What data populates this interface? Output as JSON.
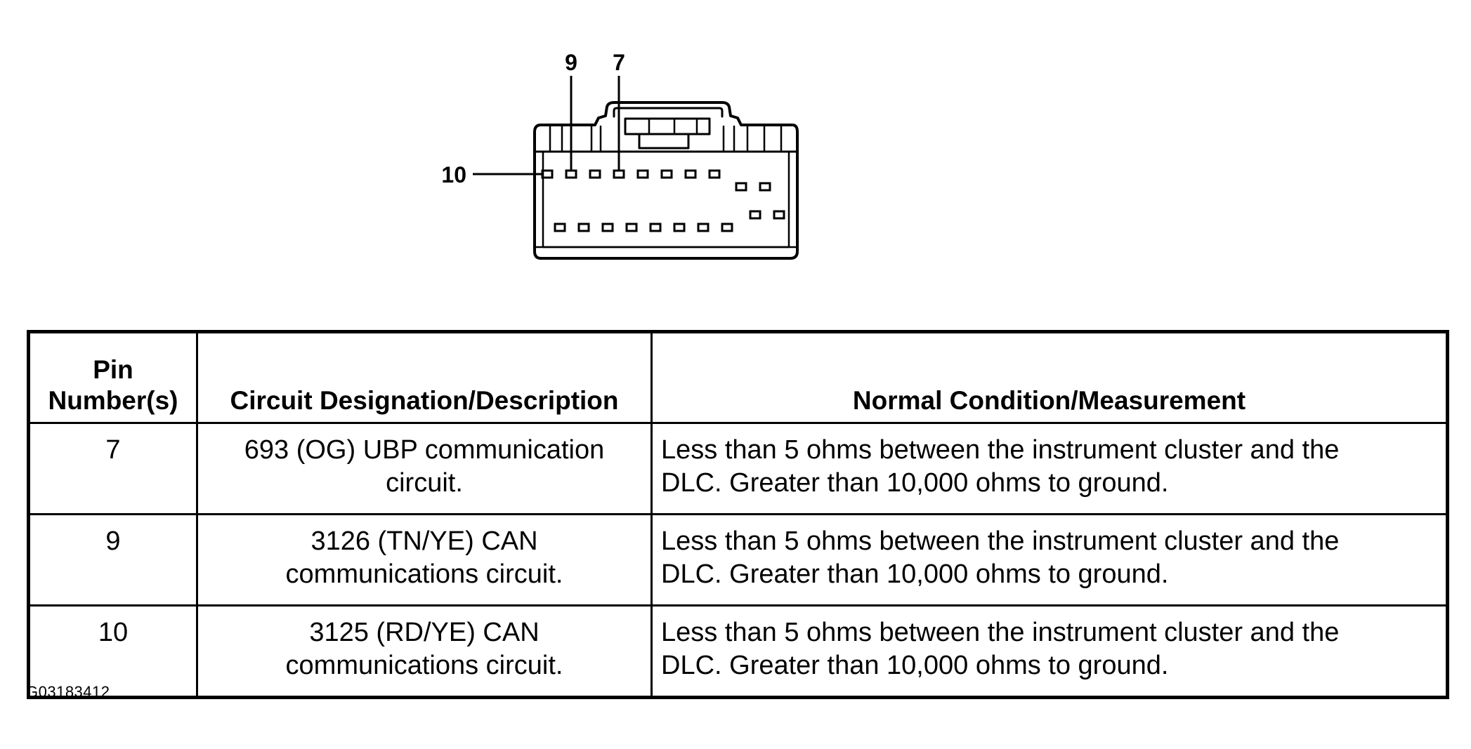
{
  "figure": {
    "id": "G03183412"
  },
  "connector": {
    "callouts": {
      "pin_9": "9",
      "pin_7": "7",
      "pin_10": "10"
    }
  },
  "table": {
    "headers": {
      "pin_line1": "Pin",
      "pin_line2": "Number(s)",
      "circuit": "Circuit Designation/Description",
      "measurement": "Normal Condition/Measurement"
    },
    "rows": [
      {
        "pin": "7",
        "desc_line1": "693 (OG) UBP communication",
        "desc_line2": "circuit.",
        "meas_line1": "Less than 5 ohms between the instrument cluster and the",
        "meas_line2": "DLC. Greater than 10,000 ohms to ground."
      },
      {
        "pin": "9",
        "desc_line1": "3126 (TN/YE) CAN",
        "desc_line2": "communications circuit.",
        "meas_line1": "Less than 5 ohms between the instrument cluster and the",
        "meas_line2": "DLC. Greater than 10,000 ohms to ground."
      },
      {
        "pin": "10",
        "desc_line1": "3125 (RD/YE) CAN",
        "desc_line2": "communications circuit.",
        "meas_line1": "Less than 5 ohms between the instrument cluster and the",
        "meas_line2": "DLC. Greater than 10,000 ohms to ground."
      }
    ]
  }
}
